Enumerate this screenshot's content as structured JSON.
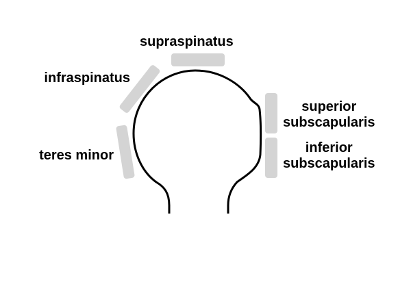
{
  "labels": {
    "supraspinatus": "supraspinatus",
    "infraspinatus": "infraspinatus",
    "teres_minor": "teres minor",
    "superior_subscapularis": [
      "superior",
      "subscapularis"
    ],
    "inferior_subscapularis": [
      "inferior",
      "subscapularis"
    ]
  },
  "colors": {
    "muscle": "#d4d4d4",
    "bone_outline": "#000000"
  }
}
